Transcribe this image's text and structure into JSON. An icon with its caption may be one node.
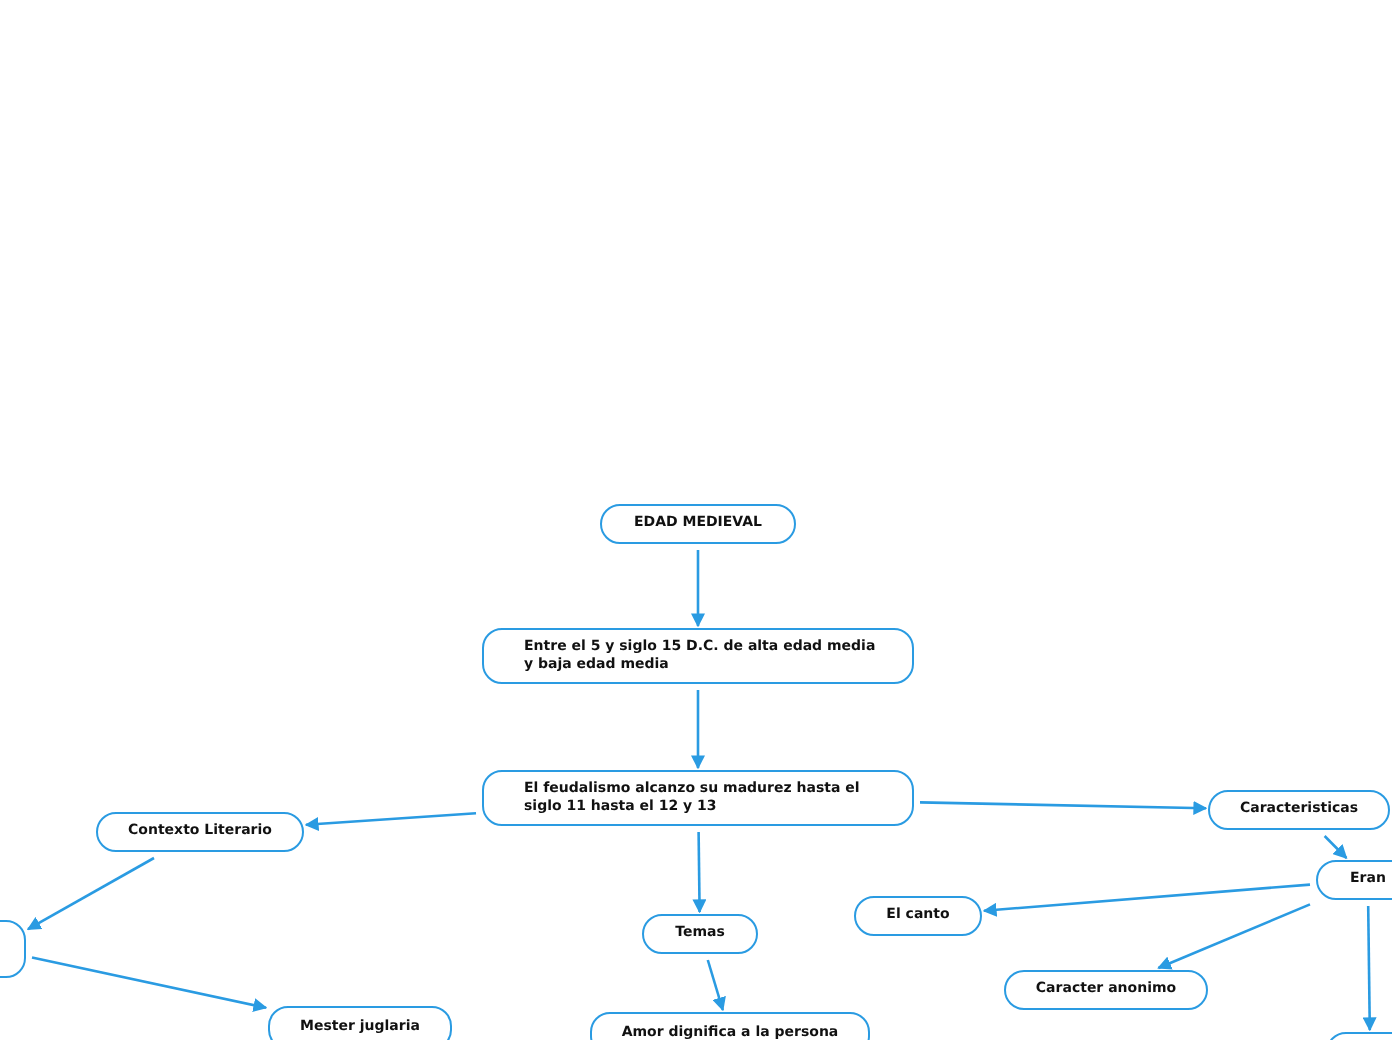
{
  "diagram": {
    "nodes": [
      {
        "text": [
          "EDAD MEDIEVAL"
        ]
      },
      {
        "text": [
          "Entre el 5 y siglo 15 D.C. de alta edad media y baja edad media"
        ]
      },
      {
        "text": [
          "El feudalismo alcanzo su madurez hasta el siglo 11 hasta el 12 y 13"
        ]
      },
      {
        "text": [
          "Contexto Literario"
        ]
      },
      {
        "text": [],
        "shape": "box"
      },
      {
        "text": [
          "Temas"
        ]
      },
      {
        "text": [
          "Caracteristicas"
        ]
      },
      {
        "text": [
          "Eran"
        ]
      },
      {
        "text": [
          "El canto"
        ]
      },
      {
        "text": [
          "Caracter anonimo"
        ]
      },
      {
        "text": [
          "Mester juglaria"
        ]
      },
      {
        "text": [
          "Amor dignifica a la persona"
        ]
      },
      {
        "text": [],
        "shape": "box"
      }
    ],
    "edges": [
      {
        "from": 0,
        "to": 1,
        "arrow": "to"
      },
      {
        "from": 1,
        "to": 2,
        "arrow": "to"
      },
      {
        "from": 2,
        "to": 3,
        "arrow": "to"
      },
      {
        "from": 3,
        "to": 4,
        "arrow": "to"
      },
      {
        "from": 4,
        "to": 10,
        "arrow": "to"
      },
      {
        "from": 2,
        "to": 5,
        "arrow": "to"
      },
      {
        "from": 5,
        "to": 11,
        "arrow": "to"
      },
      {
        "from": 2,
        "to": 6,
        "arrow": "to"
      },
      {
        "from": 6,
        "to": 7,
        "arrow": "to"
      },
      {
        "from": 7,
        "to": 8,
        "arrow": "to"
      },
      {
        "from": 7,
        "to": 9,
        "arrow": "to"
      },
      {
        "from": 7,
        "to": 12,
        "arrow": "to"
      }
    ]
  }
}
